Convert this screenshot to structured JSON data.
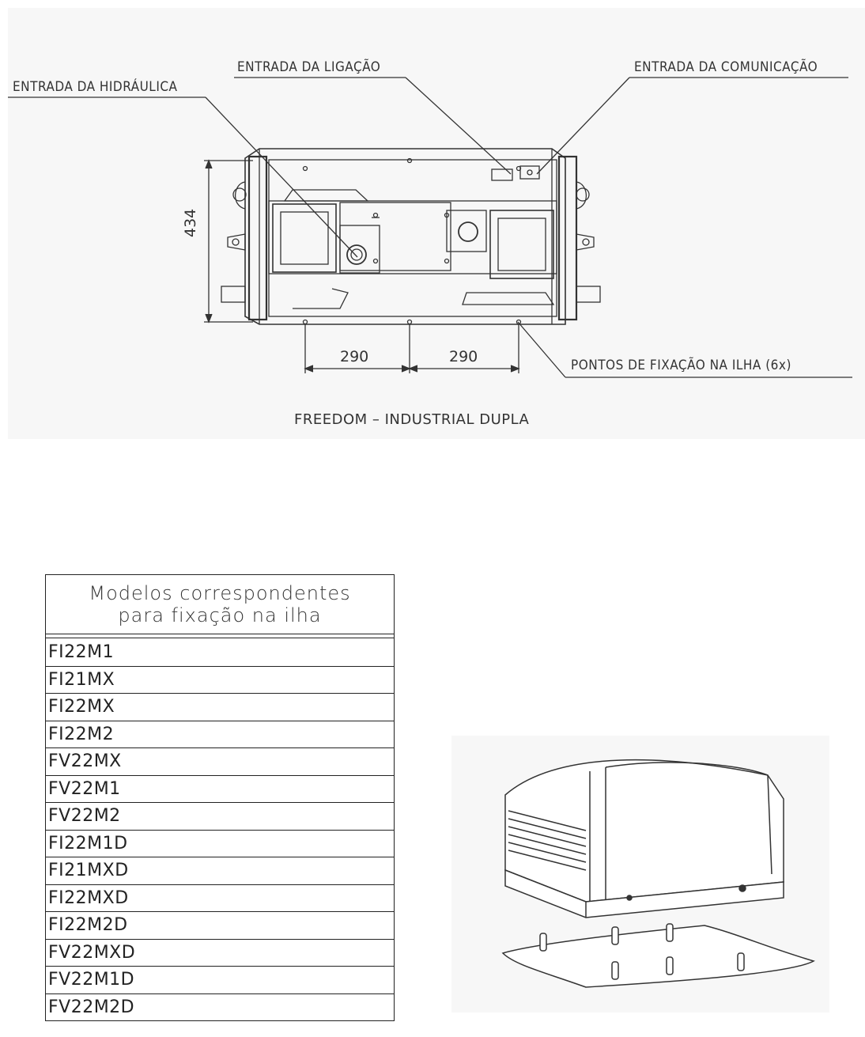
{
  "drawing": {
    "callouts": {
      "hydraulic": "ENTRADA DA HIDRÁULICA",
      "connection": "ENTRADA DA LIGAÇÃO",
      "communication": "ENTRADA DA COMUNICAÇÃO",
      "fixing_points": "PONTOS DE FIXAÇÃO NA ILHA (6x)"
    },
    "dimensions": {
      "height": "434",
      "left_spacing": "290",
      "right_spacing": "290"
    },
    "title": "FREEDOM – INDUSTRIAL DUPLA"
  },
  "models_table": {
    "header_line1": "Modelos correspondentes",
    "header_line2": "para fixação na ilha",
    "rows": [
      "FI22M1",
      "FI21MX",
      "FI22MX",
      "FI22M2",
      "FV22MX",
      "FV22M1",
      "FV22M2",
      "FI22M1D",
      "FI21MXD",
      "FI22MXD",
      "FI22M2D",
      "FV22MXD",
      "FV22M1D",
      "FV22M2D"
    ]
  }
}
